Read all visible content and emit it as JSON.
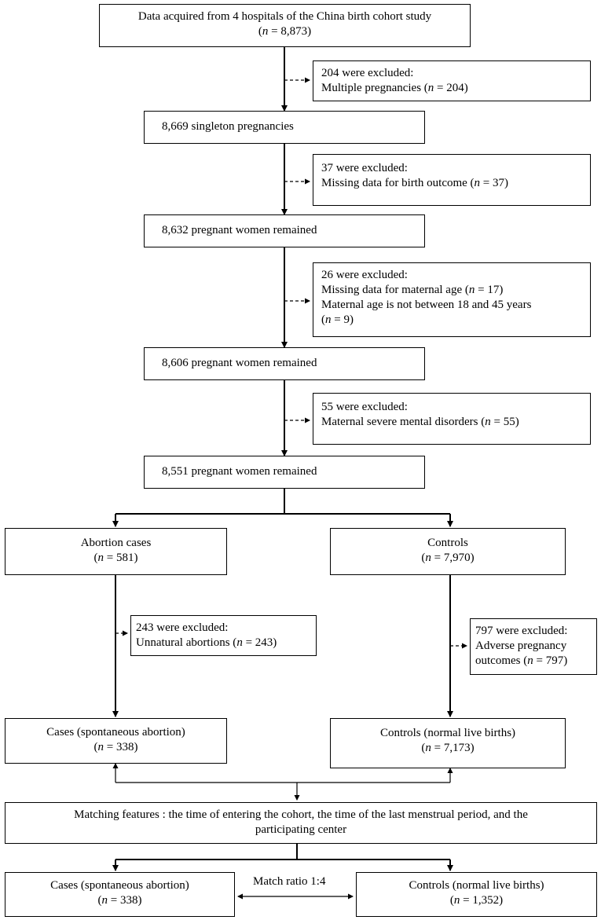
{
  "source": {
    "line1": "Data acquired from 4 hospitals of the China birth cohort study",
    "n": "n",
    "eq": " = 8,873)"
  },
  "excl1": {
    "title": "204 were excluded:",
    "pre": "Multiple pregnancies  (",
    "n": "n",
    "eq": " = 204)"
  },
  "singleton": {
    "label": "8,669 singleton pregnancies"
  },
  "excl2": {
    "title": "37 were excluded:",
    "pre": "Missing data for birth outcome  (",
    "n": "n",
    "eq": " = 37)"
  },
  "remained1": {
    "label": "8,632 pregnant women remained"
  },
  "excl3": {
    "title": "26 were excluded:",
    "pre": "Missing data for maternal age  (",
    "n": "n",
    "eq": " = 17)",
    "line3": "Maternal age is not between 18 and 45 years",
    "pre4": "(",
    "n4": "n",
    "eq4": " = 9)"
  },
  "remained2": {
    "label": "8,606 pregnant women remained"
  },
  "excl4": {
    "title": "55 were excluded:",
    "pre": "Maternal severe mental disorders  (",
    "n": "n",
    "eq": " = 55)"
  },
  "remained3": {
    "label": "8,551 pregnant women remained"
  },
  "abortion": {
    "title": "Abortion cases",
    "pre": "(",
    "n": "n",
    "eq": " = 581)"
  },
  "controls": {
    "title": "Controls",
    "pre": "(",
    "n": "n",
    "eq": " = 7,970)"
  },
  "excl5": {
    "title": "243 were excluded:",
    "pre": "Unnatural abortions  (",
    "n": "n",
    "eq": " = 243)"
  },
  "excl6": {
    "title": "797 were excluded:",
    "line2": "Adverse pregnancy",
    "pre": "outcomes  (",
    "n": "n",
    "eq": " = 797)"
  },
  "cases1": {
    "title": "Cases (spontaneous abortion)",
    "pre": "(",
    "n": "n",
    "eq": " = 338)"
  },
  "controls1": {
    "title": "Controls (normal live births)",
    "pre": "(",
    "n": "n",
    "eq": " = 7,173)"
  },
  "matching": {
    "line1": "Matching features : the time of entering the cohort, the time of the last menstrual period, and the",
    "line2": "participating center"
  },
  "cases2": {
    "title": "Cases (spontaneous abortion)",
    "pre": "(",
    "n": "n",
    "eq": " = 338)"
  },
  "controls2": {
    "title": "Controls (normal live births)",
    "pre": "(",
    "n": "n",
    "eq": " = 1,352)"
  },
  "ratio": {
    "label": "Match ratio 1:4"
  }
}
